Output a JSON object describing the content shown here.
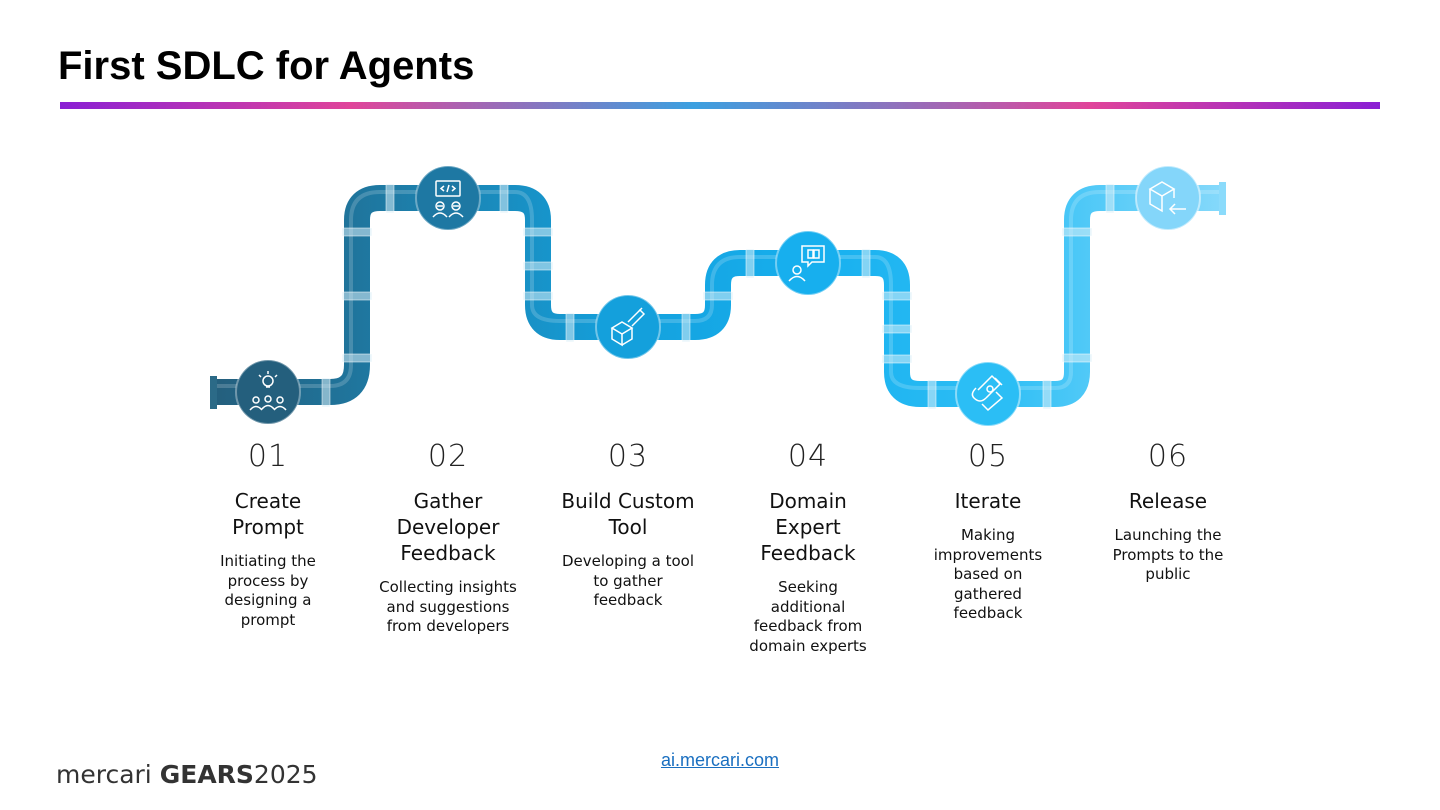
{
  "slide": {
    "title": "First SDLC for Agents"
  },
  "steps": [
    {
      "number": "01",
      "title": "Create\nPrompt",
      "description": "Initiating the\nprocess by\ndesigning a\nprompt",
      "icon": "idea-team-icon",
      "color": "#1f6e8c"
    },
    {
      "number": "02",
      "title": "Gather\nDeveloper\nFeedback",
      "description": "Collecting insights\nand suggestions\nfrom developers",
      "icon": "code-review-icon",
      "color": "#1c87b4"
    },
    {
      "number": "03",
      "title": "Build Custom\nTool",
      "description": "Developing a tool\nto gather\nfeedback",
      "icon": "build-tool-icon",
      "color": "#16a3e0"
    },
    {
      "number": "04",
      "title": "Domain\nExpert\nFeedback",
      "description": "Seeking\nadditional\nfeedback from\ndomain experts",
      "icon": "expert-chat-icon",
      "color": "#18b2f0"
    },
    {
      "number": "05",
      "title": "Iterate",
      "description": "Making\nimprovements\nbased on\ngathered\nfeedback",
      "icon": "iterate-cycle-icon",
      "color": "#2ec0f6"
    },
    {
      "number": "06",
      "title": "Release",
      "description": "Launching the\nPrompts to the\npublic",
      "icon": "release-box-icon",
      "color": "#7dd6fb"
    }
  ],
  "footer": {
    "brand": "mercari",
    "event": "GEARS",
    "year": "2025",
    "link_text": "ai.mercari.com"
  }
}
